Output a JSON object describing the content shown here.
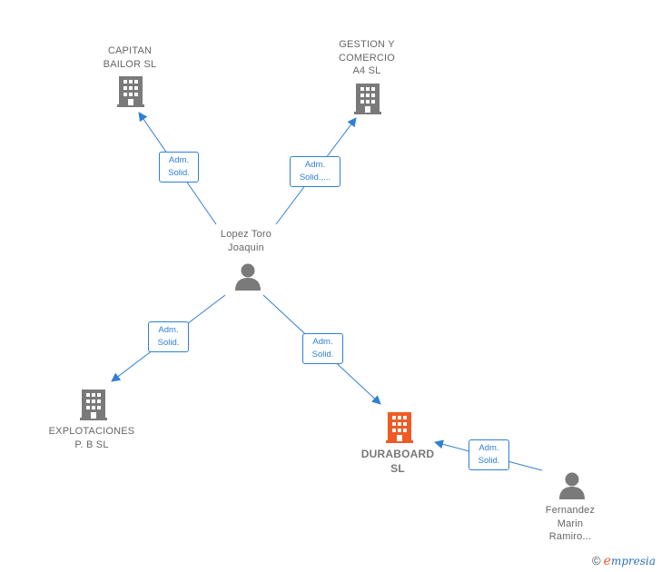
{
  "colors": {
    "edge": "#2f7fd6",
    "node_icon": "#7a7a7a",
    "focus_icon": "#f15a24",
    "label_text": "#666666"
  },
  "nodes": {
    "capitan": {
      "label": "CAPITAN\nBAILOR SL",
      "icon": "building-icon"
    },
    "gestion": {
      "label": "GESTION Y\nCOMERCIO\nA4 SL",
      "icon": "building-icon"
    },
    "lopez": {
      "label": "Lopez Toro\nJoaquin",
      "icon": "person-icon"
    },
    "explotaciones": {
      "label": "EXPLOTACIONES\nP. B SL",
      "icon": "building-icon"
    },
    "duraboard": {
      "label": "DURABOARD\nSL",
      "icon": "building-icon"
    },
    "fernandez": {
      "label": "Fernandez\nMarin\nRamiro...",
      "icon": "person-icon"
    }
  },
  "edges": [
    {
      "from": "lopez",
      "to": "capitan",
      "label": "Adm.\nSolid."
    },
    {
      "from": "lopez",
      "to": "gestion",
      "label": "Adm.\nSolid.,..."
    },
    {
      "from": "lopez",
      "to": "explotaciones",
      "label": "Adm.\nSolid."
    },
    {
      "from": "lopez",
      "to": "duraboard",
      "label": "Adm.\nSolid."
    },
    {
      "from": "fernandez",
      "to": "duraboard",
      "label": "Adm.\nSolid."
    }
  ],
  "watermark": {
    "copyright": "©",
    "brand_first": "e",
    "brand_rest": "mpresia"
  }
}
